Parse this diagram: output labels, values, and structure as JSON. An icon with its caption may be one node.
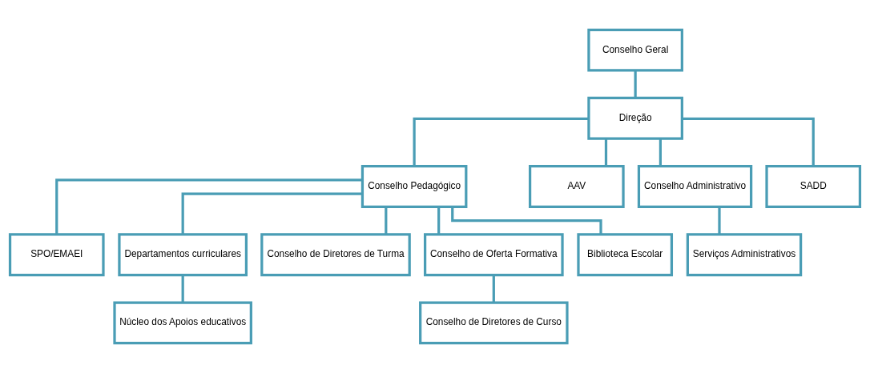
{
  "diagram": {
    "nodes": [
      {
        "text": [
          "Conselho Geral"
        ]
      },
      {
        "text": [
          "Direção"
        ]
      },
      {
        "text": [
          "Conselho Pedagógico"
        ]
      },
      {
        "text": [
          "AAV"
        ]
      },
      {
        "text": [
          "Conselho Administrativo"
        ]
      },
      {
        "text": [
          "SADD"
        ]
      },
      {
        "text": [
          "SPO/EMAEI"
        ]
      },
      {
        "text": [
          "Departamentos curriculares"
        ]
      },
      {
        "text": [
          "Conselho de Diretores de Turma"
        ]
      },
      {
        "text": [
          "Conselho de Oferta Formativa"
        ]
      },
      {
        "text": [
          "Biblioteca Escolar"
        ]
      },
      {
        "text": [
          "Serviços Administrativos"
        ]
      },
      {
        "text": [
          "Núcleo dos Apoios educativos"
        ]
      },
      {
        "text": [
          "Conselho de Diretores de Curso"
        ]
      }
    ],
    "edges": [
      {
        "from": 0,
        "to": 1,
        "arrow": "none"
      },
      {
        "from": 1,
        "to": 2,
        "arrow": "none"
      },
      {
        "from": 1,
        "to": 3,
        "arrow": "none"
      },
      {
        "from": 1,
        "to": 4,
        "arrow": "none"
      },
      {
        "from": 1,
        "to": 5,
        "arrow": "none"
      },
      {
        "from": 2,
        "to": 6,
        "arrow": "none"
      },
      {
        "from": 2,
        "to": 7,
        "arrow": "none"
      },
      {
        "from": 2,
        "to": 8,
        "arrow": "none"
      },
      {
        "from": 2,
        "to": 9,
        "arrow": "none"
      },
      {
        "from": 2,
        "to": 10,
        "arrow": "none"
      },
      {
        "from": 4,
        "to": 11,
        "arrow": "none"
      },
      {
        "from": 7,
        "to": 12,
        "arrow": "none"
      },
      {
        "from": 9,
        "to": 13,
        "arrow": "none"
      }
    ]
  }
}
